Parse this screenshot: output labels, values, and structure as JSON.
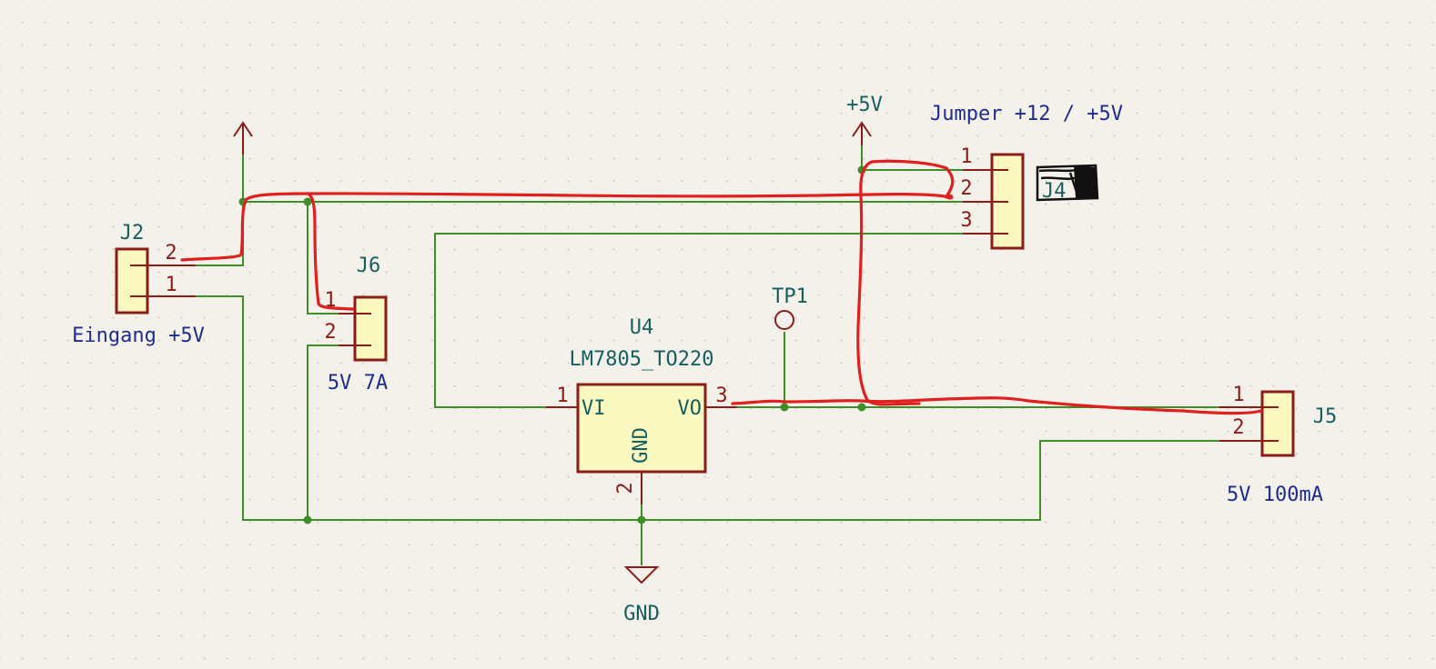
{
  "schematic": {
    "power_ports": {
      "left_vcc": {
        "label": ""
      },
      "plus5v": {
        "label": "+5V"
      },
      "gnd": {
        "label": "GND"
      }
    },
    "components": {
      "J2": {
        "ref": "J2",
        "value": "Eingang +5V",
        "pins": [
          "2",
          "1"
        ]
      },
      "J6": {
        "ref": "J6",
        "value": "5V 7A",
        "pins": [
          "1",
          "2"
        ]
      },
      "J4": {
        "ref": "J4",
        "value": "Jumper +12 / +5V",
        "pins": [
          "1",
          "2",
          "3"
        ]
      },
      "J5": {
        "ref": "J5",
        "value": "5V 100mA",
        "pins": [
          "1",
          "2"
        ]
      },
      "U4": {
        "ref": "U4",
        "value": "LM7805_TO220",
        "pins": {
          "vi_num": "1",
          "vi_name": "VI",
          "vo_num": "3",
          "vo_name": "VO",
          "gnd_num": "2",
          "gnd_name": "GND"
        }
      },
      "TP1": {
        "ref": "TP1"
      }
    },
    "colors": {
      "wire": "#3e8f27",
      "pin": "#8b1c18",
      "component_fill": "#fbf9c0",
      "reference_text": "#155f5f",
      "value_text": "#1d2d8f",
      "red_annotation": "#e02020",
      "background": "#f4f1ea"
    }
  }
}
